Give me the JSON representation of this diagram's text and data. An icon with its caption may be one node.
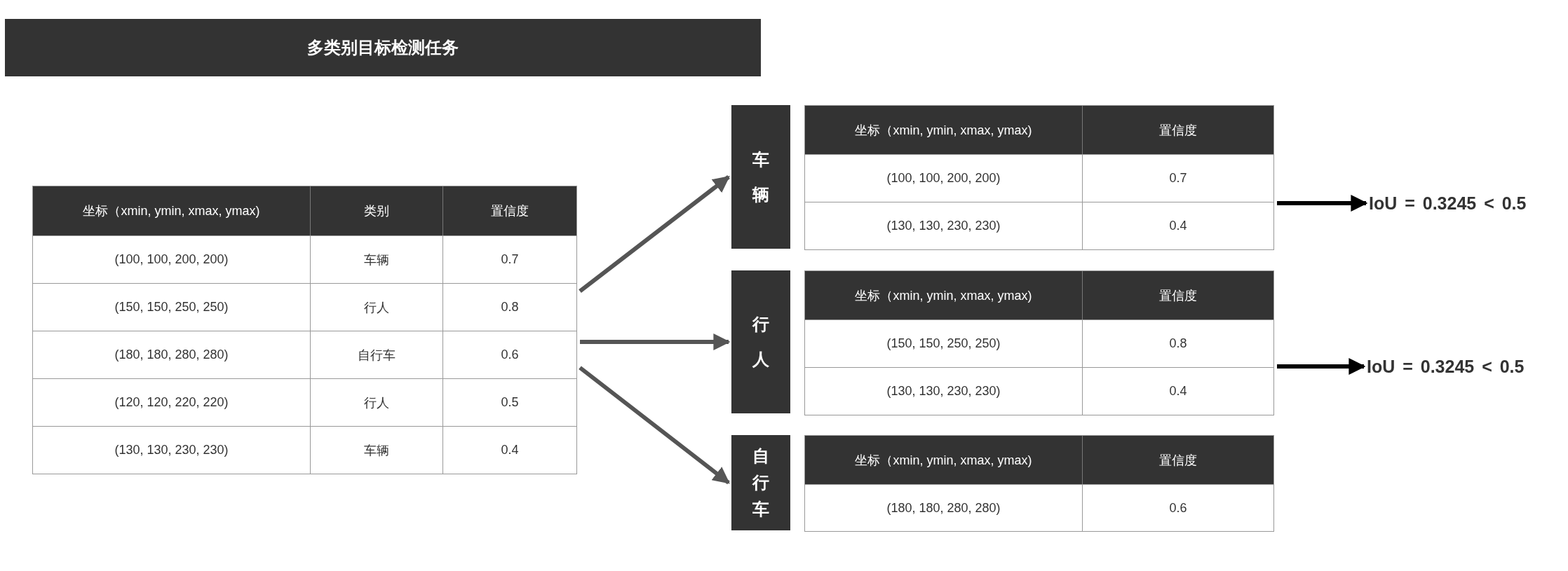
{
  "diagram": {
    "title": "多类别目标检测任务",
    "nodes": [
      {
        "text": [
          "坐标（xmin, ymin, xmax, ymax)",
          "类别",
          "置信度",
          "(100, 100, 200, 200)",
          "车辆",
          "0.7",
          "(150, 150, 250, 250)",
          "行人",
          "0.8",
          "(180, 180, 280, 280)",
          "自行车",
          "0.6",
          "(120, 120, 220, 220)",
          "行人",
          "0.5",
          "(130, 130, 230, 230)",
          "车辆",
          "0.4"
        ]
      },
      {
        "text": [
          "车辆"
        ]
      },
      {
        "text": [
          "坐标（xmin, ymin, xmax, ymax)",
          "置信度",
          "(100, 100, 200, 200)",
          "0.7",
          "(130, 130, 230, 230)",
          "0.4"
        ]
      },
      {
        "text": [
          "行人"
        ]
      },
      {
        "text": [
          "坐标（xmin, ymin, xmax, ymax)",
          "置信度",
          "(150, 150, 250, 250)",
          "0.8",
          "(130, 130, 230, 230)",
          "0.4"
        ]
      },
      {
        "text": [
          "自行车"
        ]
      },
      {
        "text": [
          "坐标（xmin, ymin, xmax, ymax)",
          "置信度",
          "(180, 180, 280, 280)",
          "0.6"
        ]
      },
      {
        "text": [
          "IoU = 0.3245 < 0.5"
        ]
      },
      {
        "text": [
          "IoU = 0.3245 < 0.5"
        ]
      }
    ],
    "edges": [
      {
        "from": 0,
        "to": 1,
        "arrow": "to"
      },
      {
        "from": 0,
        "to": 3,
        "arrow": "to"
      },
      {
        "from": 0,
        "to": 5,
        "arrow": "to"
      },
      {
        "from": 2,
        "to": 7,
        "arrow": "to",
        "color": "#000000"
      },
      {
        "from": 4,
        "to": 8,
        "arrow": "to",
        "color": "#000000"
      }
    ]
  }
}
